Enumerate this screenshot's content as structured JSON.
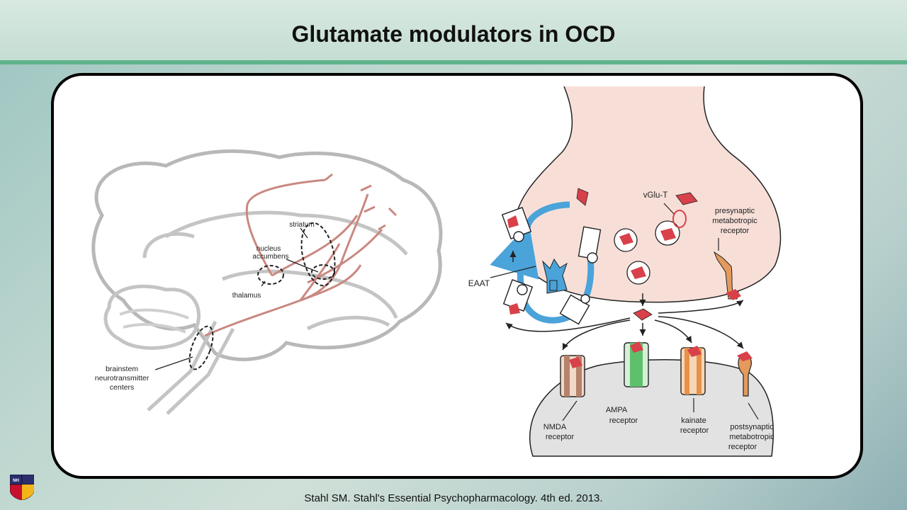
{
  "slide": {
    "title": "Glutamate modulators in OCD",
    "citation": "Stahl SM. Stahl's Essential Psychopharmacology. 4th ed. 2013.",
    "logo_text": "NH"
  },
  "brain": {
    "labels": {
      "striatum": "striatum",
      "nucleus_1": "nucleus",
      "nucleus_2": "accumbens",
      "thalamus": "thalamus",
      "brainstem_1": "brainstem",
      "brainstem_2": "neurotransmitter",
      "brainstem_3": "centers"
    }
  },
  "synapse": {
    "labels": {
      "vglu": "vGlu-T",
      "pre_1": "presynaptic",
      "pre_2": "metabotropic",
      "pre_3": "receptor",
      "eaat": "EAAT",
      "nmda_1": "NMDA",
      "nmda_2": "receptor",
      "ampa_1": "AMPA",
      "ampa_2": "receptor",
      "kainate_1": "kainate",
      "kainate_2": "receptor",
      "post_1": "postsynaptic",
      "post_2": "metabotropic",
      "post_3": "receptor"
    }
  },
  "colors": {
    "pathway": "#c98880",
    "glutamate": "#d9414a",
    "terminal": "#f7dfd8",
    "postsynaptic": "#e2e2e2",
    "transporter_ring": "#4aa3d9",
    "accent_bar": "#5fb38b"
  }
}
